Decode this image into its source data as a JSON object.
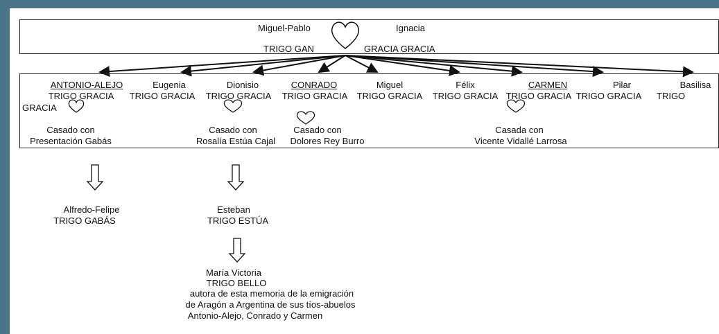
{
  "parents": {
    "father_name": "Miguel-Pablo",
    "mother_name": "Ignacia",
    "father_surname": "TRIGO GAN",
    "mother_surname": "GRACIA GRACIA"
  },
  "children": [
    {
      "name": "ANTONIO-ALEJO",
      "surname": "TRIGO GRACIA",
      "underlined": true
    },
    {
      "name": "Eugenia",
      "surname": "TRIGO GRACIA",
      "underlined": false
    },
    {
      "name": "Dionisio",
      "surname": "TRIGO GRACIA",
      "underlined": false
    },
    {
      "name": "CONRADO",
      "surname": "TRIGO GRACIA",
      "underlined": true
    },
    {
      "name": "Miguel",
      "surname": "TRIGO GRACIA",
      "underlined": false
    },
    {
      "name": "Félix",
      "surname": "TRIGO GRACIA",
      "underlined": false
    },
    {
      "name": "CARMEN",
      "surname": "TRIGO GRACIA",
      "underlined": true
    },
    {
      "name": "Pilar",
      "surname": "TRIGO GRACIA",
      "underlined": false
    },
    {
      "name": "Basilisa",
      "surname": "TRIGO",
      "underlined": false
    }
  ],
  "basilisa_surname_cont": "GRACIA",
  "marriages": {
    "antonio": [
      "Casado con",
      "Presentación Gabás"
    ],
    "dionisio": [
      "Casado con",
      "Rosalía Estúa Cajal"
    ],
    "conrado": [
      "Casado con",
      "Dolores Rey Burro"
    ],
    "carmen": [
      "Casada con",
      "Vicente Vidallé Larrosa"
    ]
  },
  "descendants": {
    "alfredo": [
      "Alfredo-Felipe",
      "TRIGO GABÁS"
    ],
    "esteban": [
      "Esteban",
      "TRIGO ESTÚA"
    ],
    "maria": [
      "María Victoria",
      "TRIGO BELLO",
      "autora de esta memoria de la emigración",
      "de Aragón a Argentina de sus tíos-abuelos",
      "Antonio-Alejo, Conrado y Carmen"
    ]
  },
  "colors": {
    "background": "#4a7488",
    "canvas": "#ffffff",
    "ink": "#111111"
  }
}
